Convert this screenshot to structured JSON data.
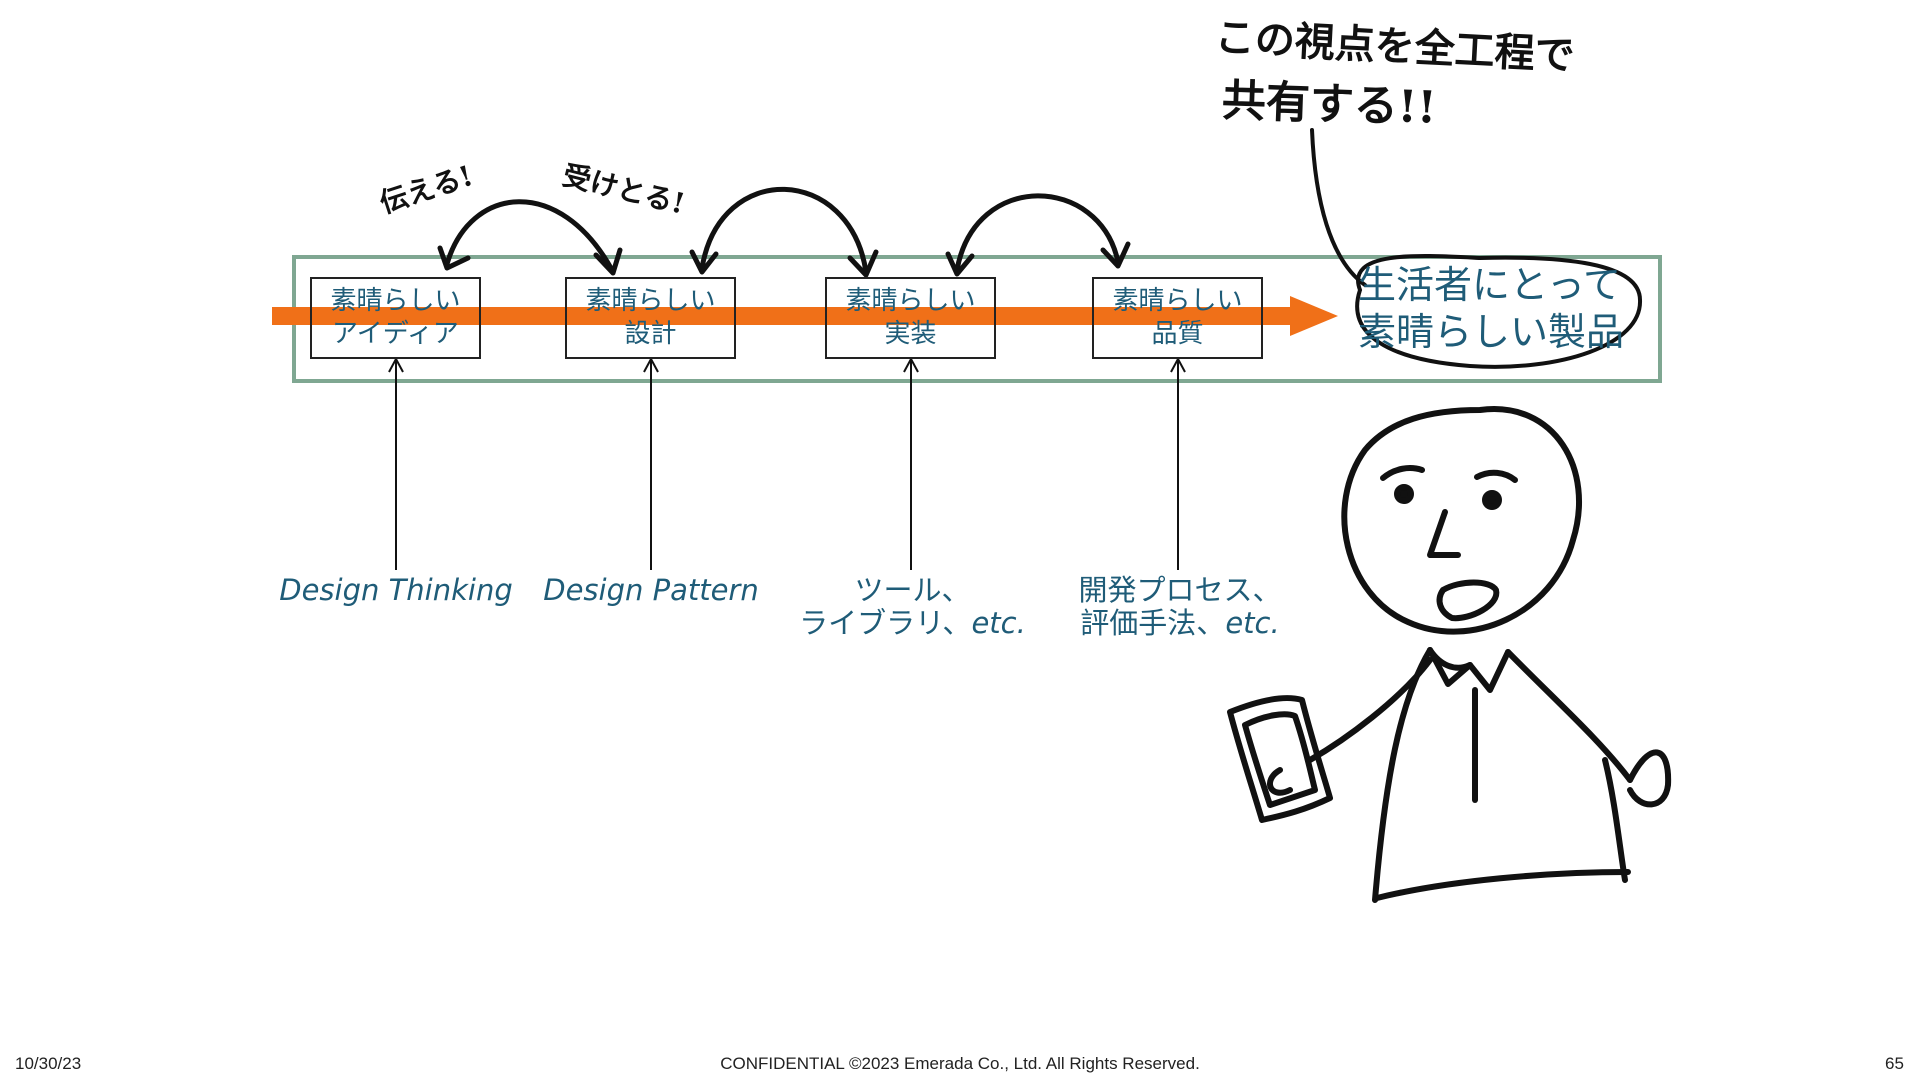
{
  "stages": [
    {
      "line1": "素晴らしい",
      "line2": "アイディア"
    },
    {
      "line1": "素晴らしい",
      "line2": "設計"
    },
    {
      "line1": "素晴らしい",
      "line2": "実装"
    },
    {
      "line1": "素晴らしい",
      "line2": "品質"
    }
  ],
  "goal": {
    "line1": "生活者にとって",
    "line2": "素晴らしい製品"
  },
  "methods": [
    {
      "text": "Design Thinking"
    },
    {
      "text": "Design Pattern"
    },
    {
      "line1": "ツール、",
      "line2_a": "ライブラリ、",
      "line2_b": "etc."
    },
    {
      "line1": "開発プロセス、",
      "line2_a": "評価手法、",
      "line2_b": "etc."
    }
  ],
  "handwritten": {
    "convey": "伝える!",
    "receive": "受けとる!",
    "speech_line1": "この視点を全工程で",
    "speech_line2": "共有する!!"
  },
  "footer": {
    "date": "10/30/23",
    "copyright": "CONFIDENTIAL ©2023 Emerada Co., Ltd. All Rights Reserved.",
    "page": "65"
  },
  "colors": {
    "process_arrow": "#f07018",
    "frame": "#7fa792",
    "label_text": "#1f5c78"
  }
}
